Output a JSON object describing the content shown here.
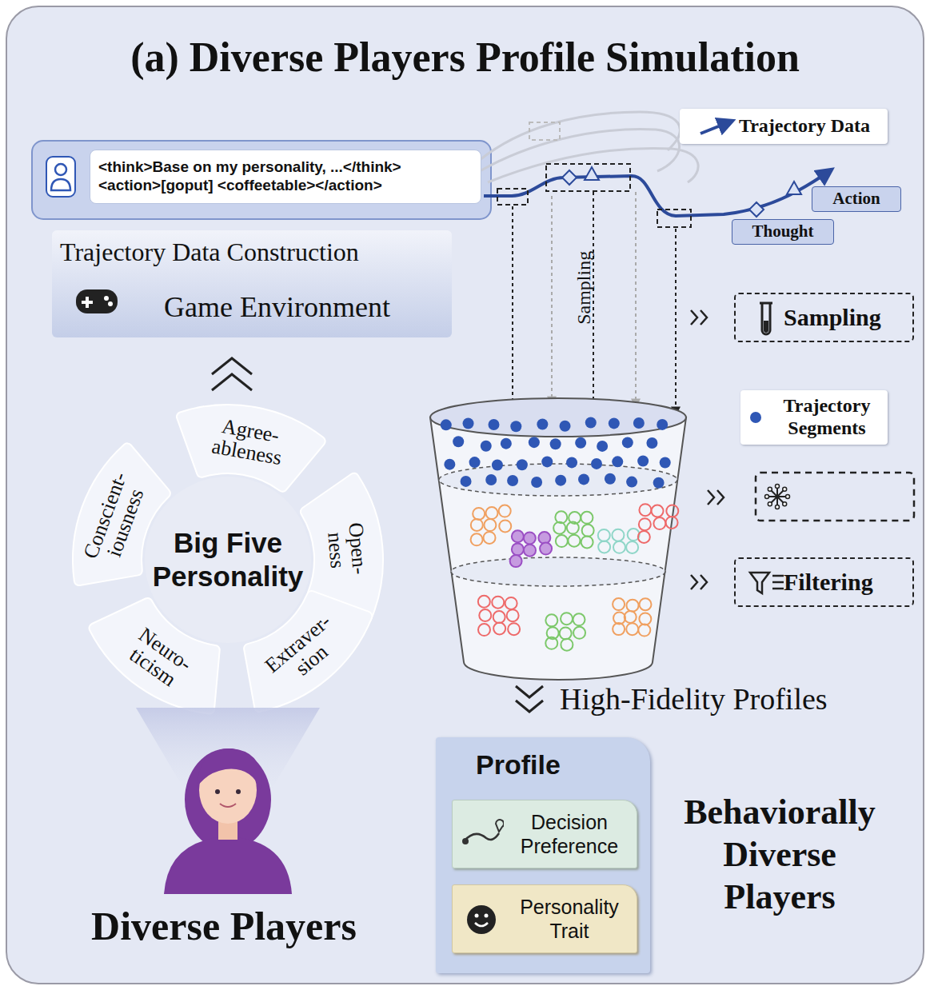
{
  "diagram": {
    "title": "(a) Diverse Players Profile Simulation",
    "nodes": [
      {
        "text": [
          "<think>Base on my personality, ...</think>",
          "<action>[goput] <coffeetable></action>"
        ]
      },
      {
        "text": [
          "Trajectory Data Construction",
          "Game Environment"
        ]
      },
      {
        "text": [
          "Agree- ableness"
        ]
      },
      {
        "text": [
          "Conscient- iousness"
        ]
      },
      {
        "text": [
          "Open- ness"
        ]
      },
      {
        "text": [
          "Neuro- ticism"
        ]
      },
      {
        "text": [
          "Extraver- sion"
        ]
      },
      {
        "text": [
          "Big Five Personality"
        ]
      },
      {
        "text": [
          "Action"
        ]
      },
      {
        "text": [
          "Thought"
        ]
      },
      {
        "text": [
          "Sampling"
        ]
      },
      {
        "text": [
          "Filtering"
        ]
      },
      {
        "text": [
          "Profile"
        ]
      },
      {
        "text": [
          "Decision Preference"
        ],
        "in": 12
      },
      {
        "text": [
          "Personality Trait"
        ],
        "in": 12
      }
    ],
    "labels": [
      "Sampling",
      "High-Fidelity Profiles",
      "Diverse Players",
      "Behaviorally Diverse Players"
    ],
    "legend": [
      {
        "text": "Trajectory Data"
      },
      {
        "text": "Trajectory Segments",
        "color": "#2f57b5"
      }
    ]
  }
}
